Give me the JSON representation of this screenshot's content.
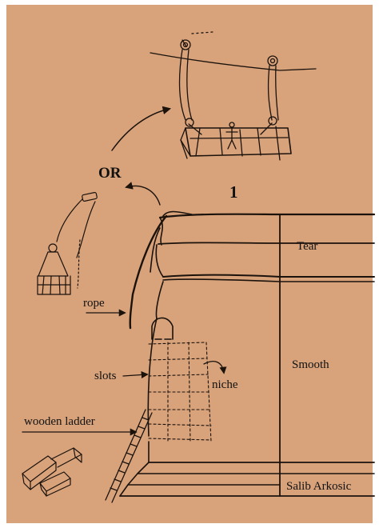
{
  "colors": {
    "paper": "#d8a37b",
    "ink": "#1b120c",
    "border": "#ffffff"
  },
  "labels": {
    "or": "OR",
    "figure_number": "1",
    "tear": "Tear",
    "rope": "rope",
    "smooth": "Smooth",
    "slots": "slots",
    "niche": "niche",
    "wooden_ladder": "wooden ladder",
    "salib_arkosic": "Salib Arkosic"
  }
}
